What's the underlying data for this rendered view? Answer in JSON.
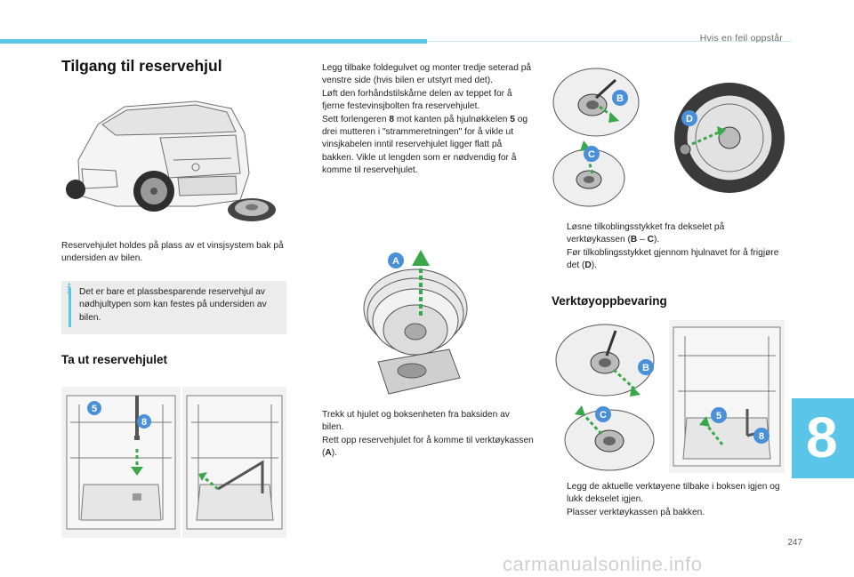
{
  "header": {
    "section": "Hvis en feil oppstår"
  },
  "chapter_tab": "8",
  "page_number": "247",
  "watermark": "carmanualsonline.info",
  "bullet_glyph": "",
  "col1": {
    "title": "Tilgang til reservehjul",
    "intro": "Reservehjulet holdes på plass av et vinsjsystem bak på undersiden av bilen.",
    "info_note": "Det er bare et plassbesparende reservehjul av nødhjultypen som kan festes på undersiden av bilen.",
    "subtitle": "Ta ut reservehjulet",
    "fig_labels": {
      "a": "5",
      "b": "8"
    }
  },
  "col2": {
    "steps": [
      {
        "text": "Legg tilbake foldegulvet og monter tredje seterad på venstre side (hvis bilen er utstyrt med det)."
      },
      {
        "text": "Løft den forhåndstilskårne delen av teppet for å fjerne festevinsjbolten fra reservehjulet."
      },
      {
        "pre": "Sett forlengeren ",
        "b1": "8",
        "mid": " mot kanten på hjulnøkkelen ",
        "b2": "5",
        "post": " og drei mutteren i \"strammeretningen\" for å vikle ut vinsjkabelen inntil reservehjulet ligger flatt på bakken. Vikle ut lengden som er nødvendig for å komme til reservehjulet."
      }
    ],
    "fig_label": "A",
    "steps2": [
      {
        "text": "Trekk ut hjulet og boksenheten fra baksiden av bilen."
      },
      {
        "pre": "Rett opp reservehjulet for å komme til verktøykassen (",
        "b1": "A",
        "post": ")."
      }
    ]
  },
  "col3": {
    "fig_labels": {
      "b": "B",
      "c": "C",
      "d": "D"
    },
    "steps": [
      {
        "pre": "Løsne tilkoblingsstykket fra dekselet på verktøykassen (",
        "b1": "B",
        "mid": " – ",
        "b2": "C",
        "post": ")."
      },
      {
        "pre": "Før tilkoblingsstykket gjennom hjulnavet for å frigjøre det (",
        "b1": "D",
        "post": ")."
      }
    ],
    "subtitle": "Verktøyoppbevaring",
    "fig2_labels": {
      "b": "B",
      "c": "C",
      "five": "5",
      "eight": "8"
    },
    "steps2": [
      {
        "text": "Legg de aktuelle verktøyene tilbake i boksen igjen og lukk dekselet igjen."
      },
      {
        "text": "Plasser verktøykassen på bakken."
      }
    ]
  },
  "colors": {
    "accent": "#5ac5e6",
    "label_blue": "#4a90d9",
    "arrow_green": "#3aa84a"
  }
}
